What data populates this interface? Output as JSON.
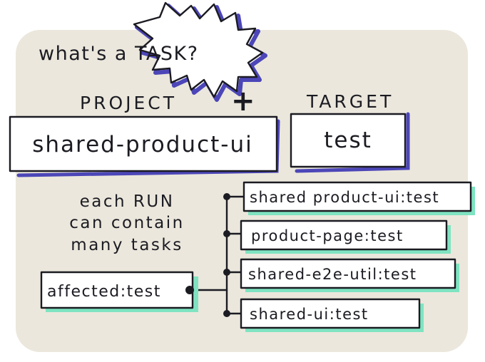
{
  "title": "what's a TASK?",
  "plus_sign": "+",
  "project": {
    "heading": "PROJECT",
    "value": "shared-product-ui"
  },
  "target": {
    "heading": "TARGET",
    "value": "test"
  },
  "note": {
    "line1": "each RUN",
    "line2": "can contain",
    "line3": "many tasks"
  },
  "command": "affected:test",
  "tasks": [
    "shared product-ui:test",
    "product-page:test",
    "shared-e2e-util:test",
    "shared-ui:test"
  ],
  "colors": {
    "background_panel": "#ebe7dc",
    "accent_purple": "#4c46b8",
    "accent_green": "#7fe3c1",
    "ink": "#1b1b22"
  }
}
